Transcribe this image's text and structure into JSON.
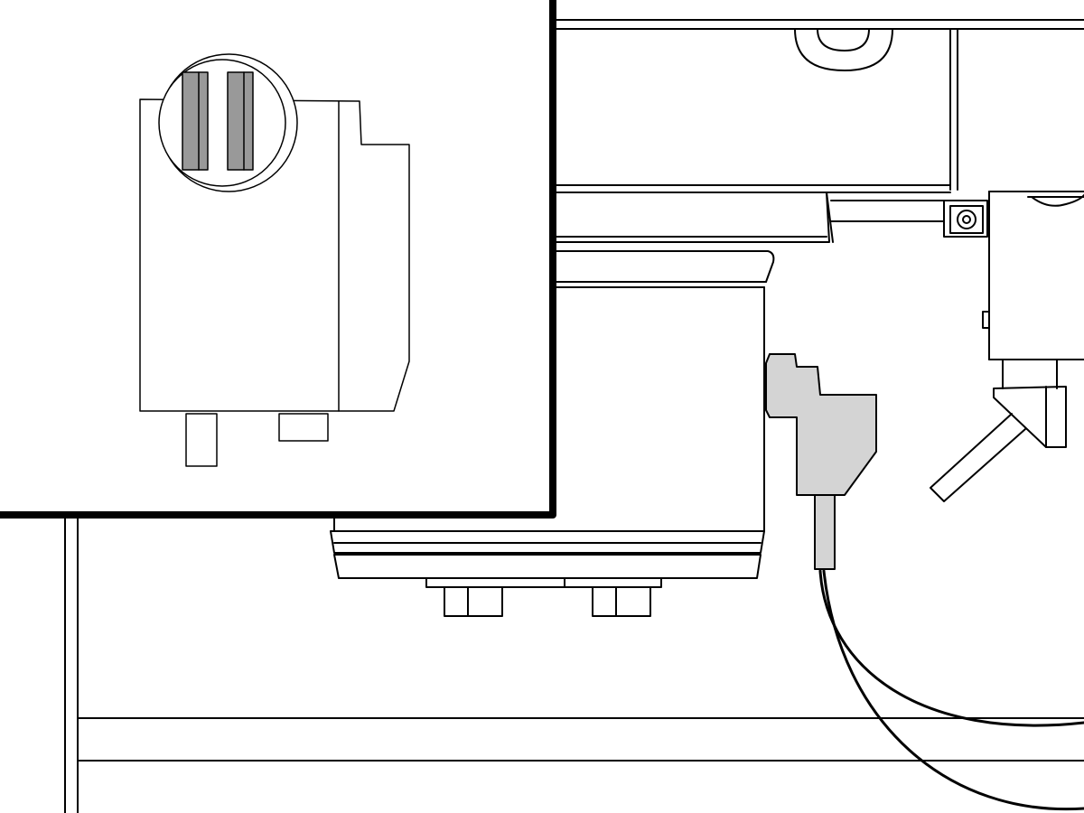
{
  "figure": {
    "kind": "technical-line-drawing",
    "colors": {
      "line": "#000000",
      "background": "#ffffff",
      "highlight_fill": "#d4d4d4",
      "contact_fill": "#999999"
    },
    "parts": [
      {
        "id": "machine-housing",
        "icon": "housing-outline"
      },
      {
        "id": "upper-chamber",
        "icon": "panel-outline"
      },
      {
        "id": "mounting-screw",
        "icon": "screw-icon"
      },
      {
        "id": "grinder-body",
        "icon": "cylinder-outline"
      },
      {
        "id": "sensor-connector",
        "icon": "plug-connector",
        "highlighted": true
      },
      {
        "id": "sensor-cable",
        "icon": "cable"
      },
      {
        "id": "dispensing-spout",
        "icon": "spout-outline"
      },
      {
        "id": "base-rail",
        "icon": "rail-outline"
      }
    ],
    "detail_inset": {
      "shows": "connector-close-up",
      "contacts": 2,
      "contact_pins": 2
    }
  }
}
